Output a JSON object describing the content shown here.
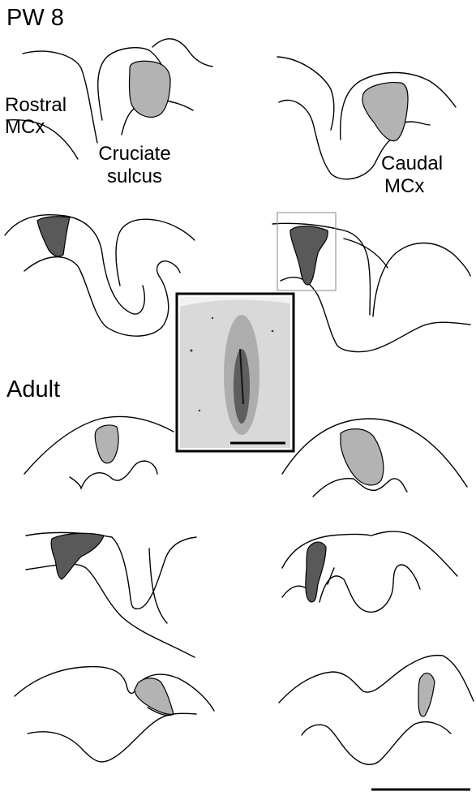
{
  "labels": {
    "pw8": "PW 8",
    "adult": "Adult",
    "rostral_mcx": [
      "Rostral",
      "MCx"
    ],
    "cruciate_sulcus": [
      "Cruciate",
      "sulcus"
    ],
    "caudal_mcx": [
      "Caudal",
      "MCx"
    ]
  },
  "colors": {
    "light_fill": "#b3b3b3",
    "dark_fill": "#595959",
    "outline": "#000000",
    "box": "#999999"
  }
}
